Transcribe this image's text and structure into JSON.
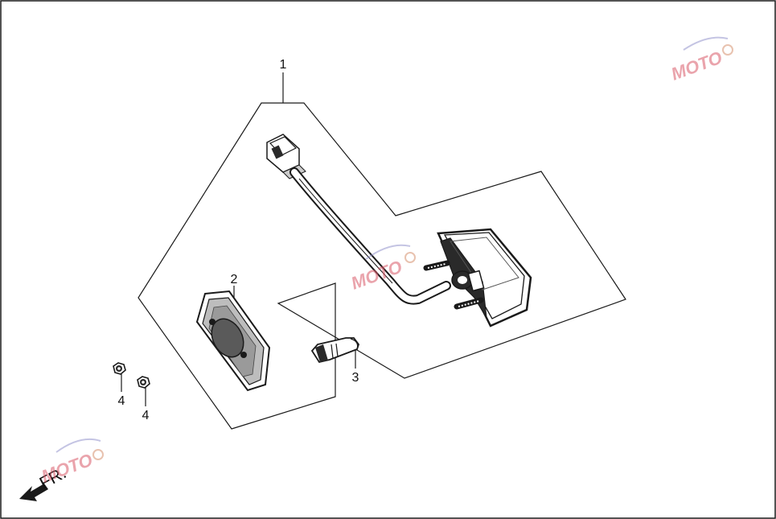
{
  "callouts": {
    "part1": "1",
    "part2": "2",
    "part3": "3",
    "part4a": "4",
    "part4b": "4"
  },
  "direction_label": "FR.",
  "watermark": {
    "logo_text": "MOTO"
  },
  "colors": {
    "line": "#1a1a1a",
    "part_fill": "#2a2a2a",
    "lens_fill": "#9a9a9a",
    "watermark": "#d95a6a"
  }
}
